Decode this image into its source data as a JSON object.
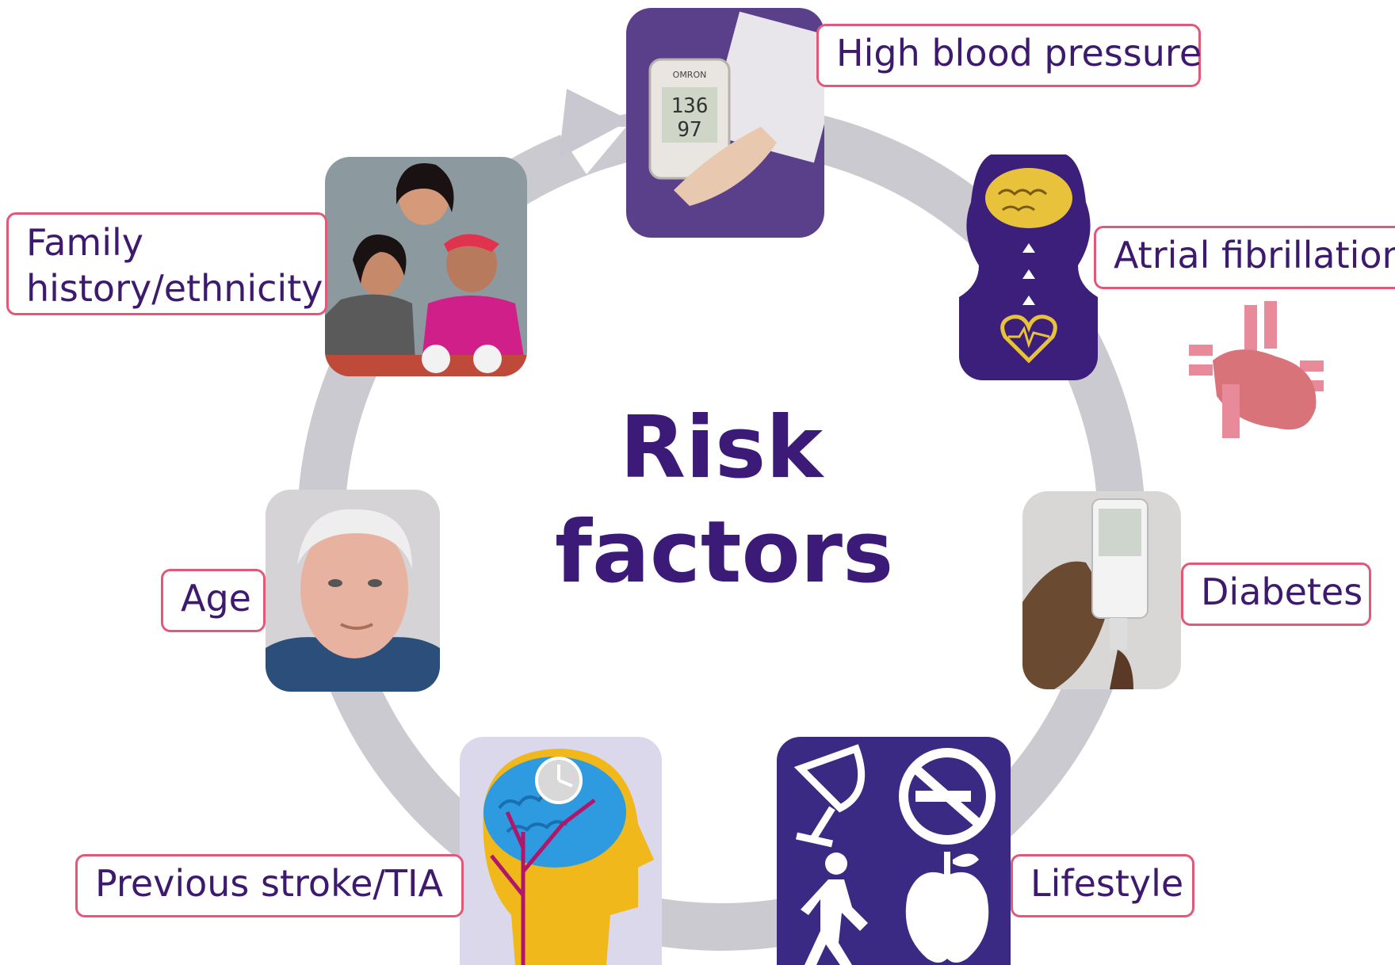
{
  "title": {
    "line1": "Risk",
    "line2": "factors"
  },
  "labels": {
    "high_blood_pressure": "High blood pressure",
    "atrial_fibrillation": "Atrial fibrillation",
    "diabetes": "Diabetes",
    "lifestyle": "Lifestyle",
    "previous_stroke": "Previous stroke/TIA",
    "age": "Age",
    "family_line1": "Family",
    "family_line2": "history/ethnicity"
  },
  "bp_monitor": {
    "reading_top": "136",
    "reading_bottom": "97",
    "brand": "OMRON"
  },
  "colors": {
    "title": "#3b1a78",
    "label_border": "#e05a78",
    "ring": "#c9c8d0",
    "purple": "#3b2a86"
  }
}
